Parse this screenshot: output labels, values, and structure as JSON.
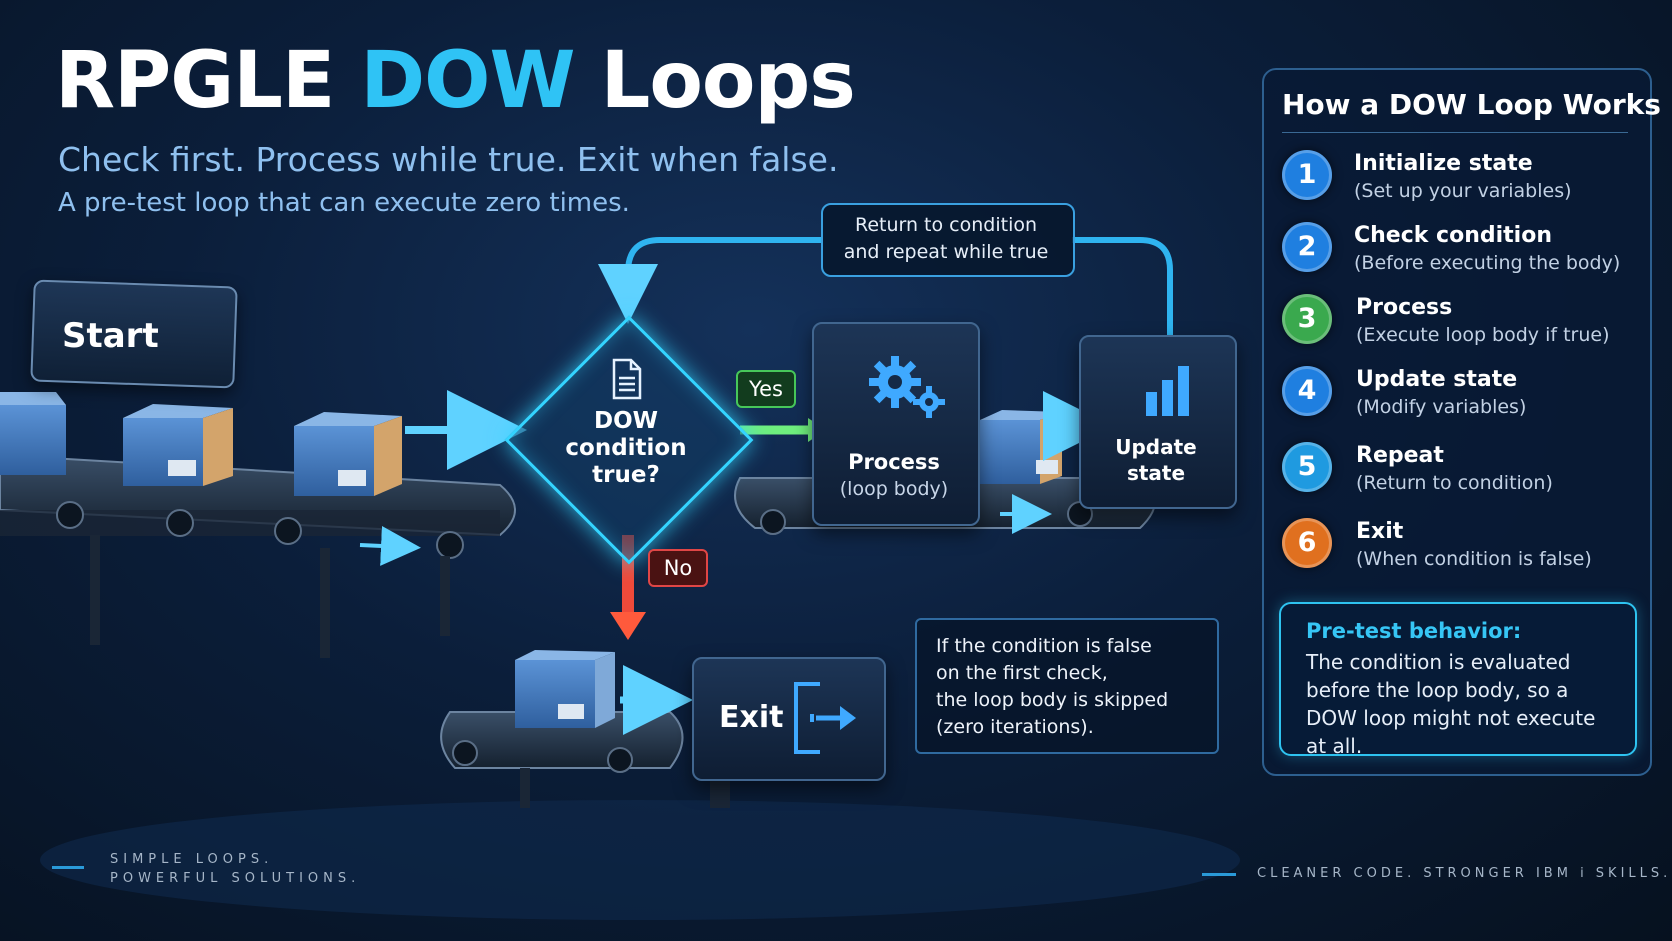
{
  "title": {
    "part1": "RPGLE ",
    "accent": "DOW",
    "part2": " Loops"
  },
  "subtitle": "Check first. Process while true. Exit when false.",
  "tagline": "A pre-test loop that can execute zero times.",
  "colors": {
    "accent": "#2fc3f5",
    "yes": "#47c85a",
    "no": "#e04646",
    "glow": "#34d4ff",
    "box": "#4f84c8"
  },
  "flow": {
    "start": "Start",
    "decision_lines": [
      "DOW",
      "condition",
      "true?"
    ],
    "yes": "Yes",
    "no": "No",
    "process": "Process",
    "process_sub": "(loop body)",
    "update_lines": [
      "Update",
      "state"
    ],
    "return_lines": [
      "Return to condition",
      "and repeat while true"
    ],
    "exit": "Exit",
    "note_lines": [
      "If the condition is false",
      "on the first check,",
      "the loop body is skipped",
      "(zero iterations)."
    ]
  },
  "panel": {
    "title": "How a DOW Loop Works",
    "steps": [
      {
        "num": "1",
        "title": "Initialize state",
        "desc": "(Set up your variables)",
        "color": "#1f7fe0"
      },
      {
        "num": "2",
        "title": "Check condition",
        "desc": "(Before executing the body)",
        "color": "#1f7fe0"
      },
      {
        "num": "3",
        "title": "Process",
        "desc": "(Execute loop body if true)",
        "color": "#3aa94e"
      },
      {
        "num": "4",
        "title": "Update state",
        "desc": "(Modify variables)",
        "color": "#1f7fe0"
      },
      {
        "num": "5",
        "title": "Repeat",
        "desc": "(Return to condition)",
        "color": "#1f9ae0"
      },
      {
        "num": "6",
        "title": "Exit",
        "desc": "(When condition is false)",
        "color": "#e0701f"
      }
    ],
    "pretest_title": "Pre-test behavior:",
    "pretest_text": "The condition is evaluated before the loop body, so a DOW loop might not execute at all."
  },
  "footer": {
    "left_lines": [
      "SIMPLE LOOPS.",
      "POWERFUL SOLUTIONS."
    ],
    "right": "CLEANER CODE. STRONGER IBM i SKILLS."
  },
  "icons": [
    "arrow-right-icon",
    "document-icon",
    "gears-icon",
    "bar-chart-icon",
    "exit-door-icon",
    "package-icon"
  ]
}
